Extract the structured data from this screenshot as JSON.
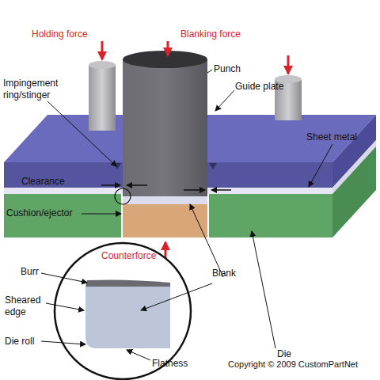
{
  "diagram": {
    "labels": [
      "Holding force",
      "Blanking force",
      "Punch",
      "Guide plate",
      "Impingement ring/stinger",
      "Sheet metal",
      "Clearance",
      "Cushion/ejector",
      "Counterforce",
      "Blank",
      "Burr",
      "Sheared edge",
      "Die roll",
      "Die",
      "Flatness",
      "Copyright © 2009 CustomPartNet"
    ]
  }
}
